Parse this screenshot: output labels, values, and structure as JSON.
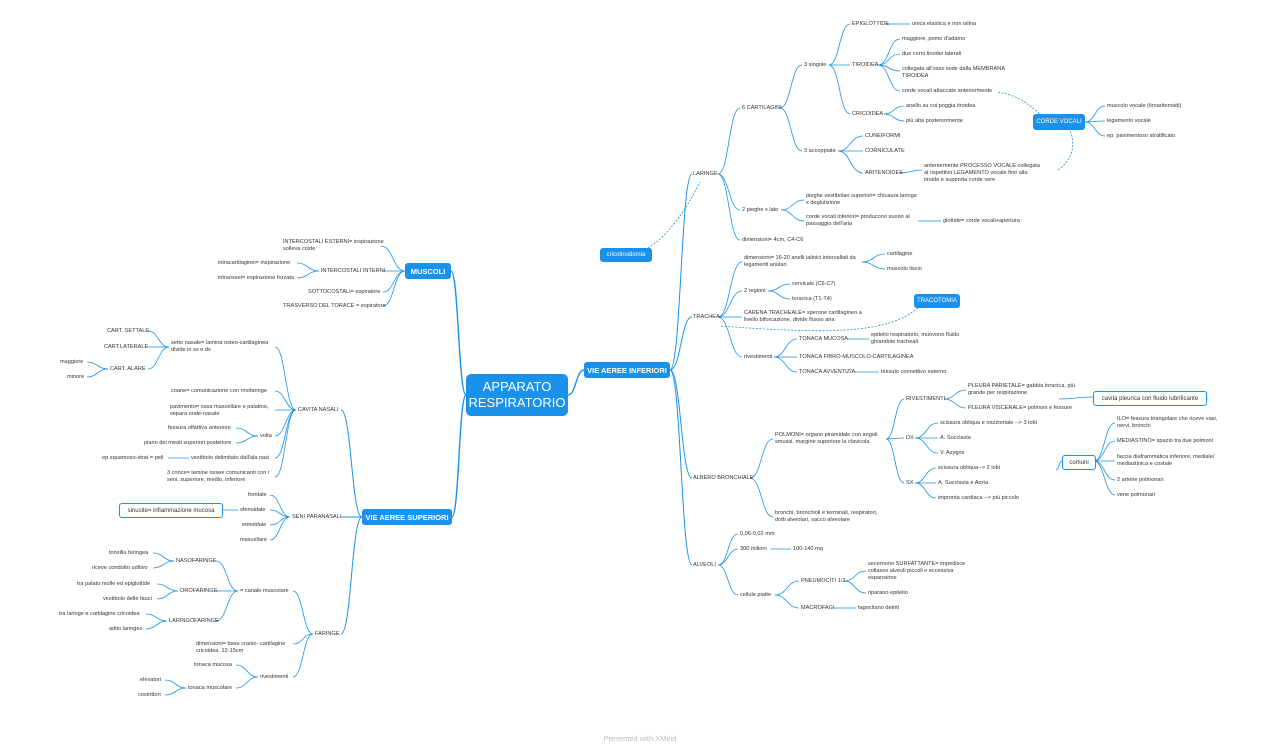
{
  "root": "APPARATO\nRESPIRATORIO",
  "footer": "Presented with XMind",
  "branches": {
    "inferiori": "VIE AEREE INFERIORI",
    "muscoli": "MUSCOLI",
    "superiori": "VIE AEREE SUPERIORI"
  },
  "callouts": {
    "corde_vocali": "CORDE VOCALI",
    "cricotiroidomia": "cricotiroidomia",
    "tracotomia": "TRACOTOMIA",
    "cavita_pleurica": "cavità pleurica con fluido lubrificante",
    "comuni": "comuni",
    "sinusite": "sinusite= infiammazione mucosa"
  },
  "laringe": {
    "title": "LARINGE",
    "cartilagini": "6 CARTILAGINI",
    "singole": "3 singole",
    "epiglottide": "EPIGLOTTIDE",
    "epiglottide_d": "unica elastica e non ialina",
    "tiroidea": "TIROIDEA",
    "tir1": "maggiore, pomo d'adamo",
    "tir2": "due corni tiroidei laterali",
    "tir3": "collegata all'osso ioide dalla MEMBRANA\nTIROIDEA",
    "tir4": "corde vocali attaccate anteriormente",
    "cricoidea": "CRICOIDEA",
    "cri1": "anello su cui poggia tiroidea",
    "cri2": "più alta posteriormente",
    "accoppiate": "3 accoppiate",
    "cuneiformi": "CUNEIFORMI",
    "corniculate": "CORNICULATE",
    "aritenoidee": "ARITENOIDEE",
    "aritenoidee_d": "anteriormente PROCESSO VOCALE collegata\nal rispettivo LEGAMENTO vocale fino alla\ntiroide e supporta corde vere",
    "cv1": "muscolo vocale (tiroaritenoidi)",
    "cv2": "legamento vocale",
    "cv3": "ep. pavimentoso stratificato",
    "pieghe": "2 pieghe x lato",
    "pieghe1": "pieghe vestibolari superiori= chiusura laringe\nx deglutizione",
    "pieghe2": "corde vocali inferiori= producono suono al\npassaggio dell'aria",
    "glottide": "glottide= corde vocali+apertura",
    "dimensioni": "dimensioni= 4cm, C4-C6"
  },
  "trachea": {
    "title": "TRACHEA",
    "dim": "dimensioni= 16-20 anelli ialinici intervallati da\nlegamenti anulari",
    "cartilagine": "cartilagine",
    "muscolo": "muscolo liscio",
    "regioni": "2 regioni",
    "cervicale": "cervicale (C6-C7)",
    "toracica": "toracica (T1-T4)",
    "carena": "CARENA TRACHEALE= sperone cartilagineo a\nlivello biforcazione, divide flusso aria",
    "rivestimenti": "rivestimenti",
    "mucosa": "TONACA MUCOSA",
    "mucosa_d": "epitelio respiratorio, muovono fluido\nghiandole tracheali",
    "fibro": "TONACA FIBRO-MUSCOLO-CARTILAGINEA",
    "avventizia": "TONACA AVVENTIZIA",
    "avventizia_d": "tessuto connettivo esterno"
  },
  "albero": {
    "title": "ALBERO BRONCHIALE",
    "polmoni": "POLMONI= organo piramidale con angoli\nsmussi, margine superiore la clavicola",
    "rivestimenti": "RIVESTIMENTI",
    "parietale": "PLEURA PARIETALE= gabbia toracica, più\ngrande per respirazione",
    "viscerale": "PLEURA VISCERALE= polmoni e fessure",
    "dx": "DX",
    "dx1": "scissura obliqua e orizzontale --> 3 lobi",
    "dx2": "A. Succlavia",
    "dx3": "V. Azygos",
    "sx": "SX",
    "sx1": "scissura obliqua--> 2 lobi",
    "sx2": "A. Succlavia e Aorta",
    "sx3": "impronta cardiaca --> più piccolo",
    "c1": "ILO= fessura triangolare che riceve vasi,\nnervi, bronchi",
    "c2": "MEDIASTINO= spazio tra due polmoni",
    "c3": "faccia diaframmatica inferiore, mediale/\nmediastinica e costale",
    "c4": "2 arterie polmonari",
    "c5": "vene polmonari",
    "bronchi": "bronchi, bronchioli e terminali, respiratori,\ndotti alveolari, sacco alveolare"
  },
  "alveoli": {
    "title": "ALVEOLI",
    "dim": "0,06-0,02 mm",
    "milioni": "300 milioni",
    "mq": "100-140 mq",
    "cellule": "cellule piatte",
    "pneumociti": "PNEUMOCITI 1/2",
    "pn1": "secernono SURFATTANTE= impedisce\ncollasso alveoli piccoli e eccessiva\nespansione",
    "pn2": "riparano epitelio",
    "macrofagi": "MACROFAGI",
    "macrofagi_d": "fagocitano detriti"
  },
  "muscoli": {
    "esterni": "INTERCOSTALI ESTERNI= inspirazione\nsolleva coste",
    "interni": "INTERCOSTALI INTERNI",
    "intracartilaginei": "intracartilaginei= inspirazione",
    "intraossei": "intraossei= espirazione forzata",
    "sottocostali": "SOTTOCOSTALI= espiratore",
    "trasverso": "TRASVERSO DEL TORACE = espiratore"
  },
  "nasale": {
    "title": "CAVITA NASALI",
    "setto": "setto nasale= lamina osteo-cartilaginea\ndivide in sx e dx",
    "settale": "CART. SETTALE",
    "laterale": "CART.LATERALE",
    "alare": "CART. ALARE",
    "maggiore": "maggiore",
    "minore": "minore",
    "coane": "coane= comunicazione con rinofaringe",
    "pavimento": "pavimento= ossa mascellare e palatino,\nsepara orale-nasale",
    "volta": "volta",
    "fessura": "fessura olfattiva anteriore",
    "piano": "piano dei meati superiori posteriore",
    "vestibolo": "vestibolo delimitato dall'ala nasi",
    "ep": "ep squamoso-strat = peli",
    "conce": "3 conce= lamine ossee comunicanti con i\nseni. superiore, medio, inferiore"
  },
  "seni": {
    "title": "SENI PARANASALI",
    "frontale": "frontale",
    "sfenoidale": "sfenoidale",
    "etmoidale": "etmoidale",
    "mascellare": "mascellare"
  },
  "faringe": {
    "title": "FARINGE",
    "canale": "= canale muscolare",
    "naso": "NASOFARINGE",
    "tonsilla": "tonsilla faringea",
    "condotto": "riceve condotto uditivo",
    "oro": "OROFARINGE",
    "palato": "tra palato molle ed epiglottide",
    "fauci": "vestibolo delle fauci",
    "laringo": "LARINGOFARINGE",
    "tra_laringe": "tra laringe e cartilagine cricoidea",
    "adito": "adito laringeo",
    "dimensioni": "dimensioni= base cranio- cartilagine\ncricoidea. 12-15cm",
    "rivestimenti": "rivestimenti",
    "mucosa": "tonaca mucosa",
    "muscolare": "tonaca muscolare",
    "elevatori": "elevatori",
    "costrittori": "costrittori"
  }
}
